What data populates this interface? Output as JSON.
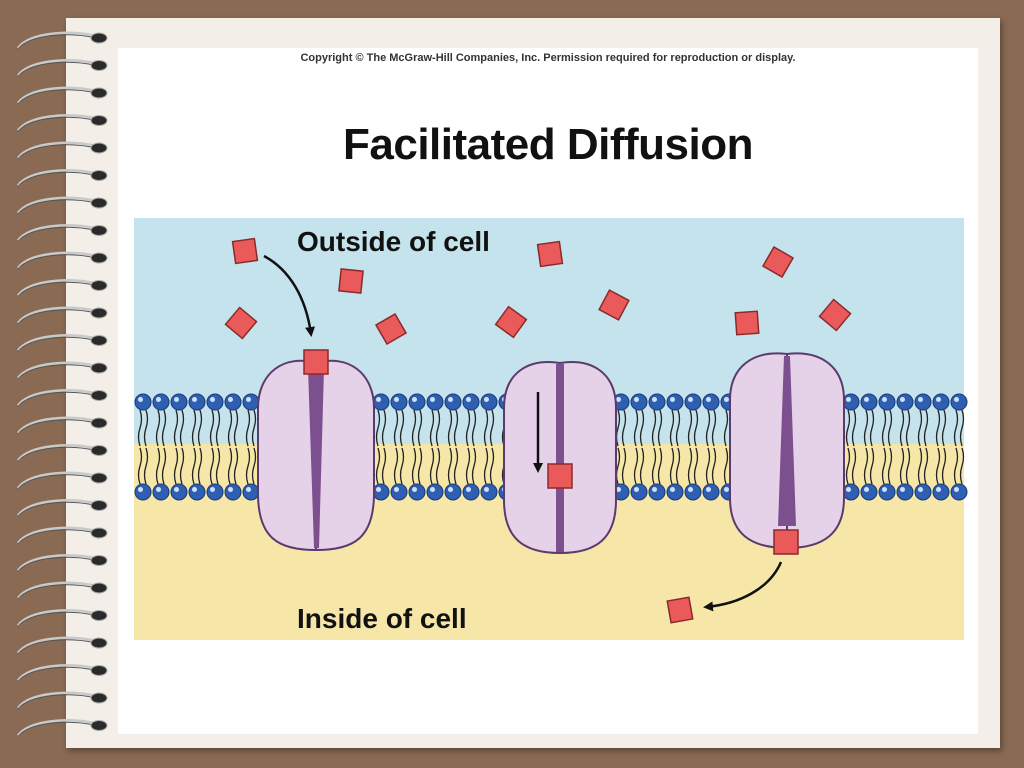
{
  "copyright": "Copyright © The McGraw-Hill Companies, Inc. Permission required for reproduction or display.",
  "title": "Facilitated Diffusion",
  "outside_label": "Outside of cell",
  "inside_label": "Inside of cell",
  "colors": {
    "extracellular": "#c4e3ec",
    "cytoplasm": "#f6e7a8",
    "protein": "#e6d2e8",
    "channel": "#7c4f8f",
    "solute": "#ea5a5a",
    "phospholipid_head": "#2f5fb0"
  }
}
